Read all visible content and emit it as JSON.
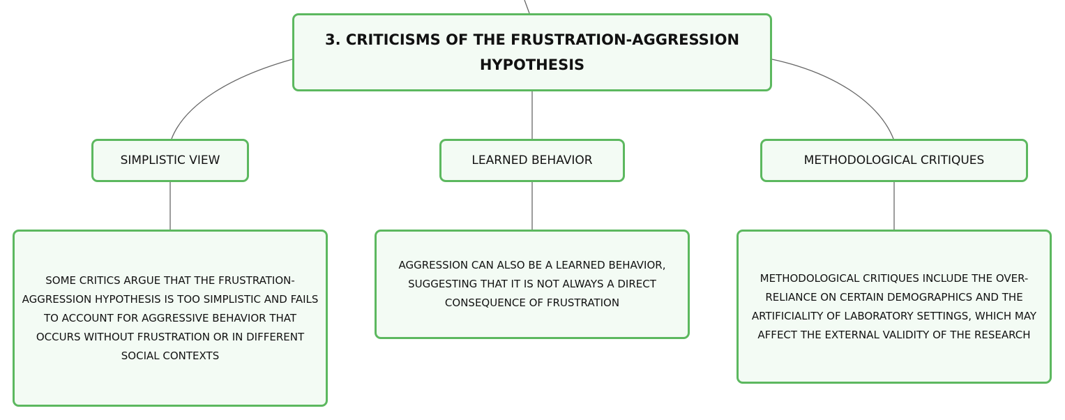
{
  "mindmap": {
    "root": {
      "label": "3. Criticisms of the Frustration-Aggression Hypothesis"
    },
    "branches": [
      {
        "label": "Simplistic View",
        "detail": "Some critics argue that the frustration-aggression hypothesis is too simplistic and fails to account for aggressive behavior that occurs without frustration or in different social contexts"
      },
      {
        "label": "Learned Behavior",
        "detail": "Aggression can also be a learned behavior, suggesting that it is not always a direct consequence of frustration"
      },
      {
        "label": "Methodological Critiques",
        "detail": "Methodological critiques include the over-reliance on certain demographics and the artificiality of laboratory settings, which may affect the external validity of the research"
      }
    ]
  },
  "colors": {
    "node_border": "#5cb85f",
    "node_fill": "#f3fbf4",
    "connector": "#666666",
    "text": "#111111"
  }
}
